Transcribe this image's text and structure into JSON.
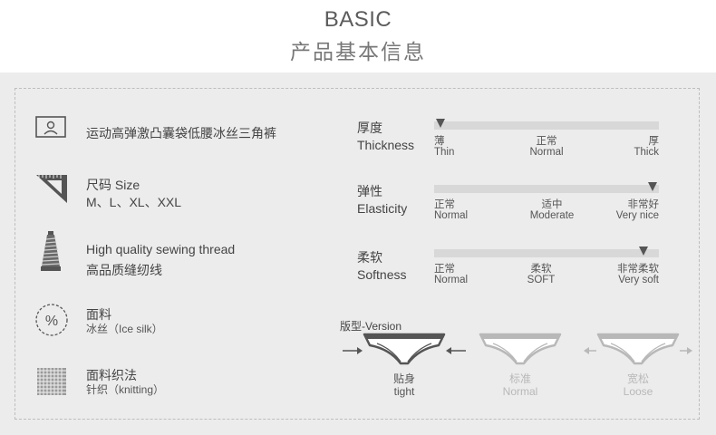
{
  "header": {
    "title_en": "BASIC",
    "title_cn": "产品基本信息"
  },
  "features": [
    {
      "icon": "person-card-icon",
      "line1": "运动高弹激凸囊袋低腰冰丝三角裤",
      "line2": ""
    },
    {
      "icon": "triangle-ruler-icon",
      "line1": "尺码 Size",
      "line2": "M、L、XL、XXL"
    },
    {
      "icon": "thread-spool-icon",
      "line1": "High quality sewing thread",
      "line2": "高品质缝纫线"
    },
    {
      "icon": "percent-icon",
      "line1": "面料",
      "line2": "冰丝（Ice silk）"
    },
    {
      "icon": "knit-grid-icon",
      "line1": "面料织法",
      "line2": "针织（knitting）"
    }
  ],
  "properties": [
    {
      "cn": "厚度",
      "en": "Thickness",
      "marker": 0.03,
      "scale": [
        {
          "cn": "薄",
          "en": "Thin"
        },
        {
          "cn": "正常",
          "en": "Normal"
        },
        {
          "cn": "厚",
          "en": "Thick"
        }
      ]
    },
    {
      "cn": "弹性",
      "en": "Elasticity",
      "marker": 0.97,
      "scale": [
        {
          "cn": "正常",
          "en": "Normal"
        },
        {
          "cn": "适中",
          "en": "Moderate"
        },
        {
          "cn": "非常好",
          "en": "Very nice"
        }
      ]
    },
    {
      "cn": "柔软",
      "en": "Softness",
      "marker": 0.93,
      "scale": [
        {
          "cn": "正常",
          "en": "Normal"
        },
        {
          "cn": "柔软",
          "en": "SOFT"
        },
        {
          "cn": "非常柔软",
          "en": "Very soft"
        }
      ]
    }
  ],
  "version": {
    "title": "版型-Version",
    "selected": 0,
    "items": [
      {
        "cn": "贴身",
        "en": "tight"
      },
      {
        "cn": "标准",
        "en": "Normal"
      },
      {
        "cn": "宽松",
        "en": "Loose"
      }
    ]
  },
  "colors": {
    "active": "#555555",
    "inactive": "#b8b8b8",
    "bar": "#d8d8d8",
    "panel": "#ececec"
  }
}
